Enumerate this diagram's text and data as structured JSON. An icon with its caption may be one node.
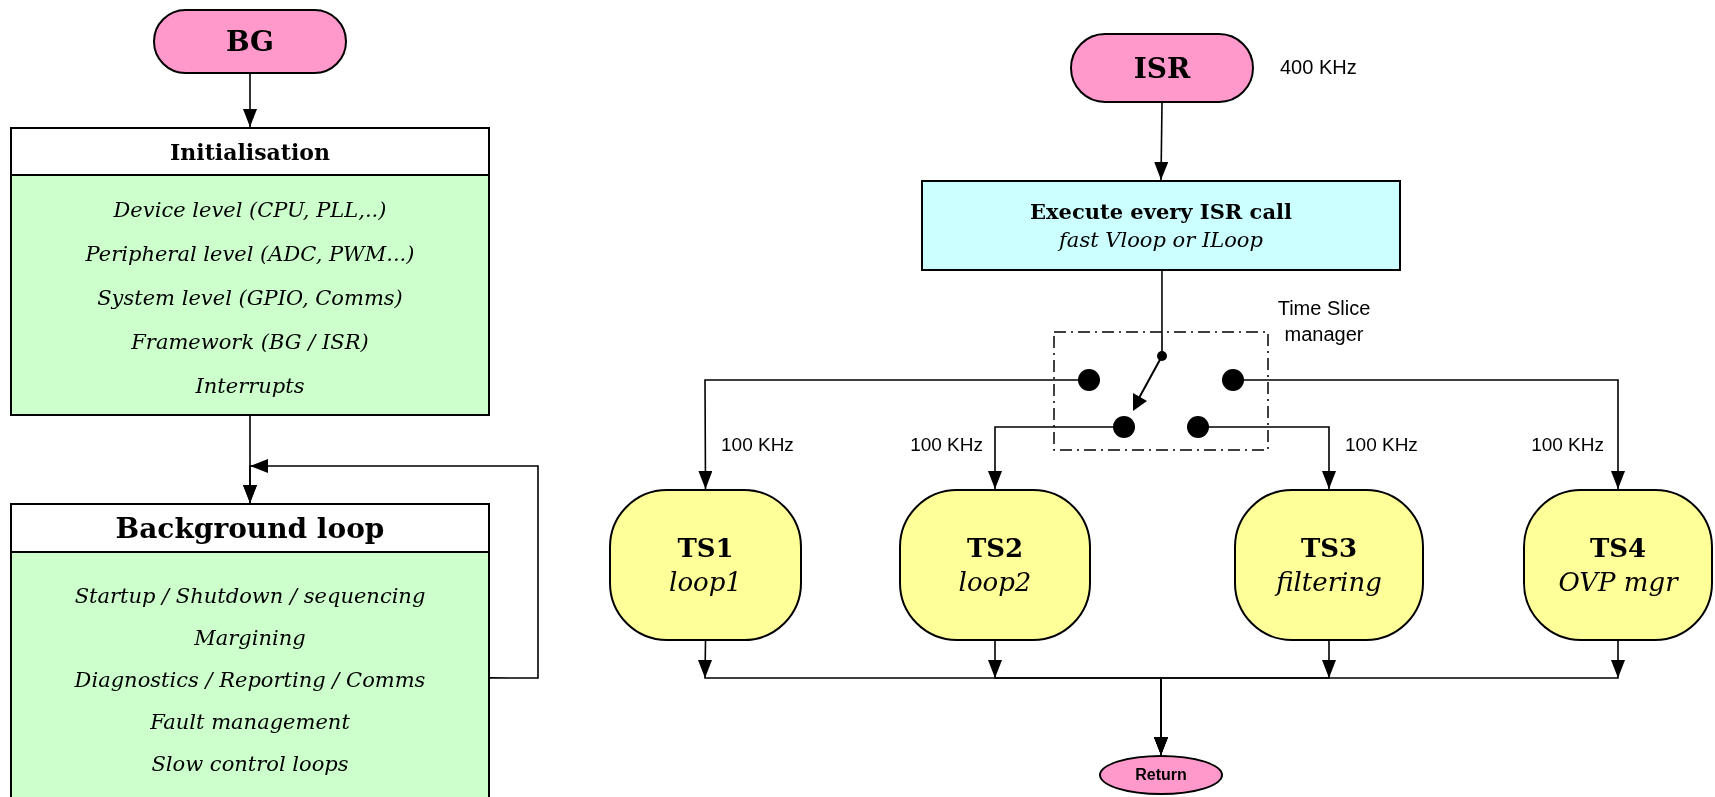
{
  "diagram": {
    "nodes": [
      {
        "text": [
          "BG"
        ]
      },
      {
        "text": [
          "Initialisation",
          "Device level (CPU, PLL,..)",
          "Peripheral level (ADC, PWM...)",
          "System level (GPIO, Comms)",
          "Framework (BG / ISR)",
          "Interrupts"
        ]
      },
      {
        "text": [
          "Background loop",
          "Startup / Shutdown / sequencing",
          "Margining",
          "Diagnostics / Reporting / Comms",
          "Fault management",
          "Slow control loops"
        ]
      },
      {
        "text": [
          "ISR"
        ],
        "beside": [
          "400 KHz"
        ]
      },
      {
        "text": [
          "Execute every ISR call",
          "fast Vloop or ILoop"
        ]
      },
      {
        "text": [
          "Time Slice manager"
        ]
      },
      {
        "text": [
          "TS1",
          "loop1"
        ]
      },
      {
        "text": [
          "TS2",
          "loop2"
        ]
      },
      {
        "text": [
          "TS3",
          "filtering"
        ]
      },
      {
        "text": [
          "TS4",
          "OVP mgr"
        ]
      },
      {
        "text": [
          "Return"
        ]
      }
    ],
    "edges": [
      {
        "from": 0,
        "to": 1,
        "arrow": "to"
      },
      {
        "from": 1,
        "to": 2,
        "arrow": "to"
      },
      {
        "from": 2,
        "to": 2,
        "arrow": "to"
      },
      {
        "from": 3,
        "to": 4,
        "arrow": "to"
      },
      {
        "from": 4,
        "to": 5,
        "arrow": "none"
      },
      {
        "from": 5,
        "to": 6,
        "arrow": "to",
        "label": "100 KHz"
      },
      {
        "from": 5,
        "to": 7,
        "arrow": "to",
        "label": "100 KHz"
      },
      {
        "from": 5,
        "to": 8,
        "arrow": "to",
        "label": "100 KHz"
      },
      {
        "from": 5,
        "to": 9,
        "arrow": "to",
        "label": "100 KHz"
      },
      {
        "from": 6,
        "to": 10,
        "arrow": "to"
      },
      {
        "from": 7,
        "to": 10,
        "arrow": "to"
      },
      {
        "from": 8,
        "to": 10,
        "arrow": "to"
      },
      {
        "from": 9,
        "to": 10,
        "arrow": "to"
      }
    ]
  }
}
